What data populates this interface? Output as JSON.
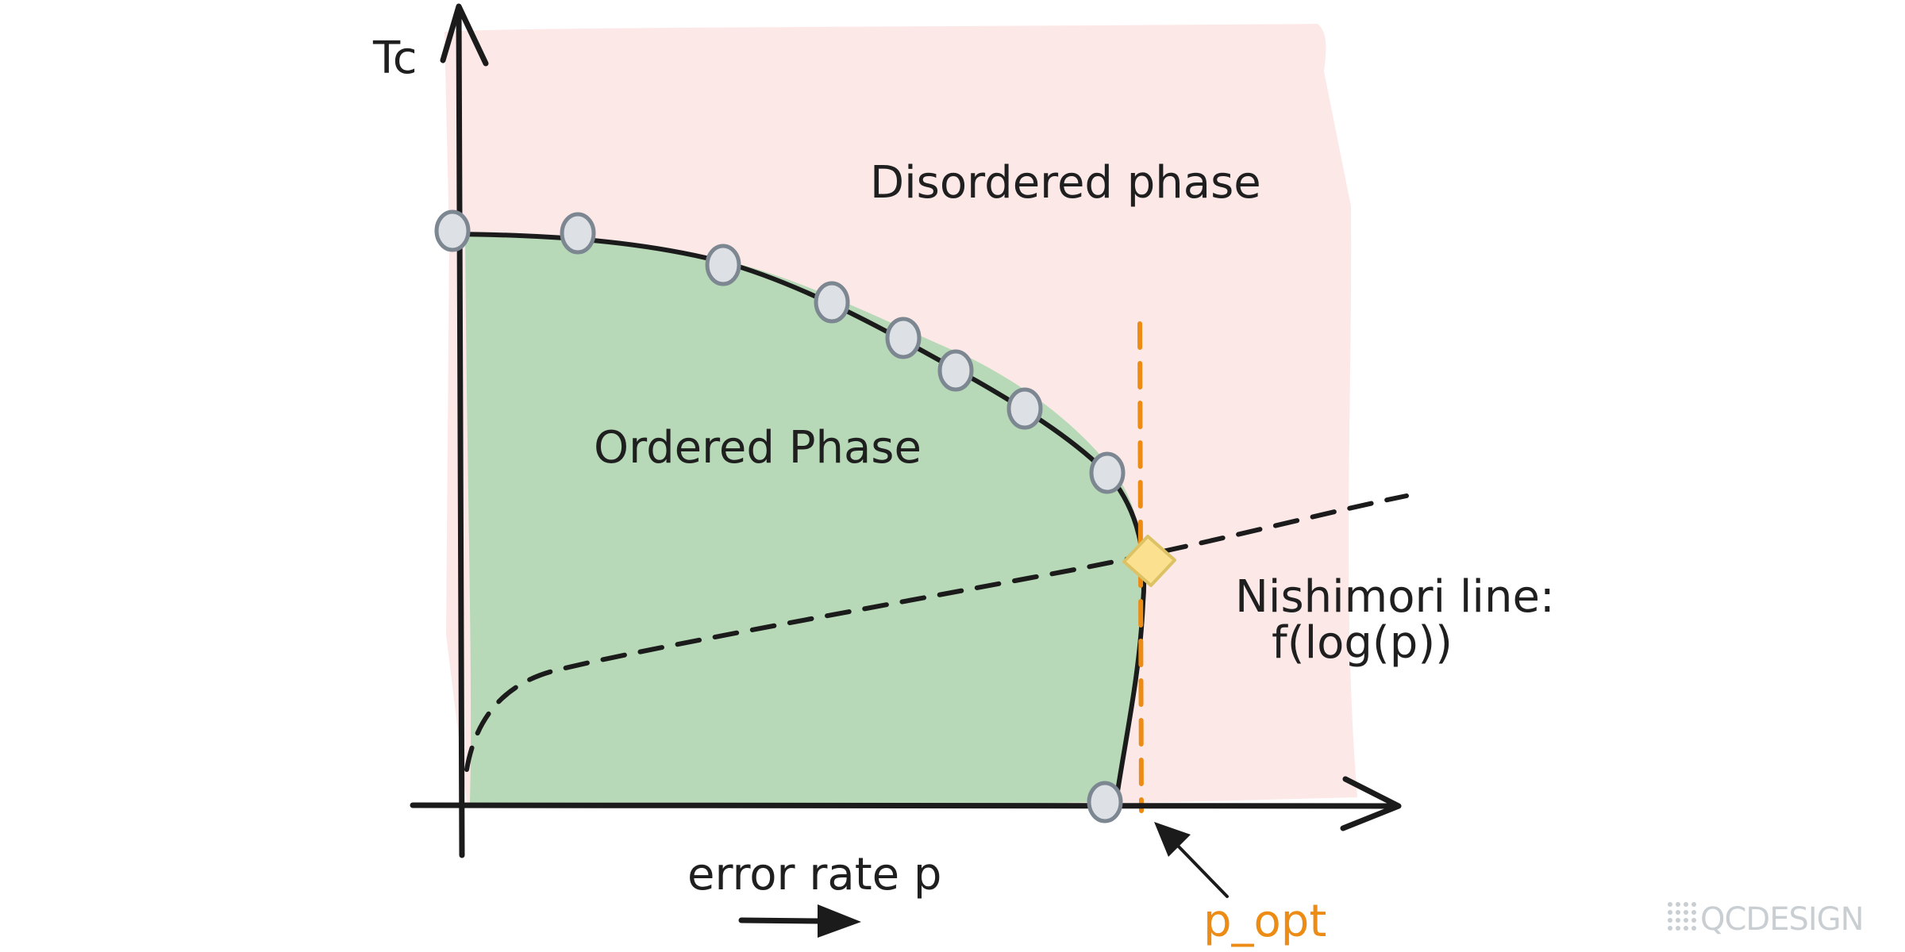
{
  "labels": {
    "y_axis": "Tc",
    "x_axis": "error rate p",
    "disordered": "Disordered phase",
    "ordered": "Ordered Phase",
    "nishimori_line1": "Nishimori line:",
    "nishimori_line2": "f(log(p))",
    "p_opt": "p_opt",
    "watermark": "QCDESIGN"
  },
  "colors": {
    "disordered_fill": "#fde8e8",
    "ordered_fill": "#b7d9b7",
    "axis": "#1b1b1b",
    "boundary": "#1b1b1b",
    "nishimori_dash": "#1b1b1b",
    "p_opt_dash": "#ec8c14",
    "data_point_fill": "#dde1e6",
    "data_point_stroke": "#7d8791",
    "intersection_fill": "#fbe08f",
    "intersection_stroke": "#dcc264",
    "watermark": "#c9ced2"
  },
  "icons": {
    "data_point": "circle-marker",
    "intersection": "diamond-marker",
    "p_direction": "right-arrow-icon",
    "p_opt_pointer": "pointer-arrow-icon"
  }
}
